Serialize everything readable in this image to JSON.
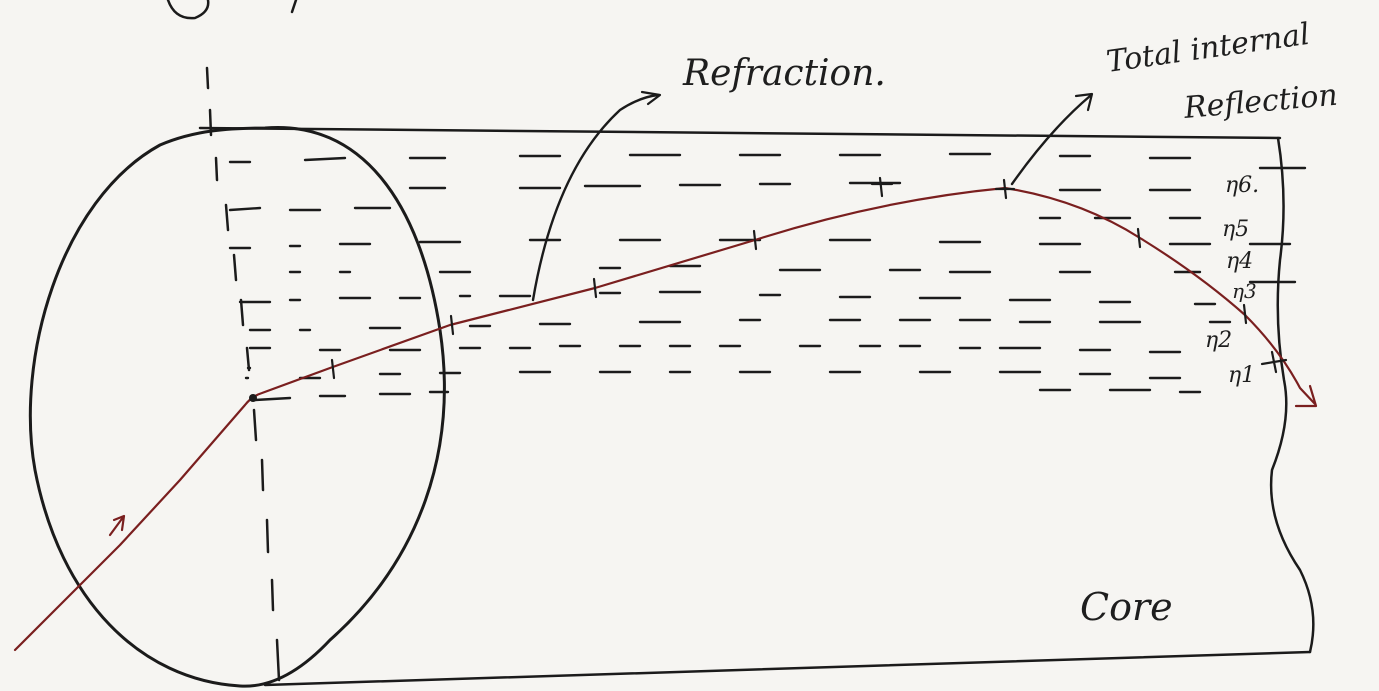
{
  "labels": {
    "refraction": "Refraction.",
    "tir_line1": "Total internal",
    "tir_line2": "Reflection",
    "core": "Core"
  },
  "layers": [
    "η6.",
    "η5",
    "η4",
    "η3",
    "η2",
    "η1"
  ],
  "colors": {
    "ink": "#1b1b1b",
    "ray": "#7a1f1f",
    "paper": "#f6f5f2"
  }
}
